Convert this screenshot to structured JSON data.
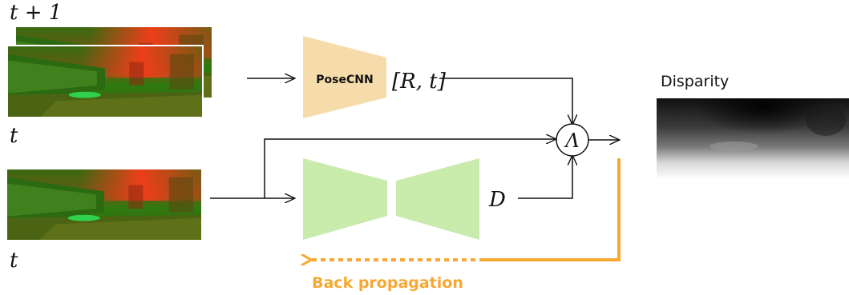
{
  "labels": {
    "frame_t_plus_1": "t + 1",
    "frame_t_top": "t",
    "frame_t_bottom": "t",
    "posecnn": "PoseCNN",
    "pose_output": "[R, t]",
    "lambda_op": "Λ",
    "depth_output": "D",
    "disparity": "Disparity",
    "back_propagation": "Back propagation"
  },
  "colors": {
    "posecnn_fill": "#f6dcaa",
    "depthnet_fill": "#c9ecad",
    "backprop": "#f7a833",
    "line": "#111111"
  }
}
